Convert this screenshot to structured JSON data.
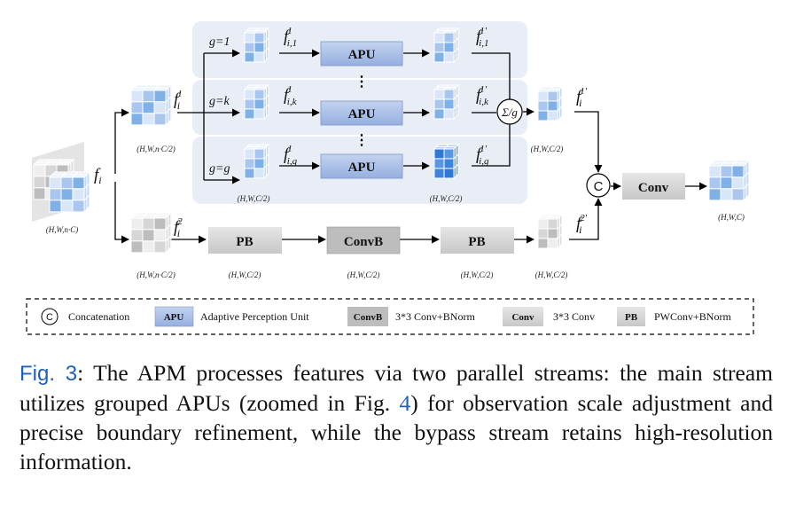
{
  "diagram": {
    "groups": [
      "g=1",
      "g=k",
      "g=g"
    ],
    "apu_label": "APU",
    "sum_label": "Σ/g",
    "concat_symbol": "C",
    "conv_label": "Conv",
    "pb_label": "PB",
    "convb_label": "ConvB",
    "dims": {
      "input": "(H,W,n·C)",
      "full": "(H,W,n·C/2)",
      "half": "(H,W,C/2)",
      "output": "(H,W,C)"
    }
  },
  "legend": {
    "concat_symbol": "C",
    "concat_text": "Concatenation",
    "apu_key": "APU",
    "apu_text": "Adaptive Perception Unit",
    "convb_key": "ConvB",
    "convb_text": "3*3 Conv+BNorm",
    "conv_key": "Conv",
    "conv_text": "3*3 Conv",
    "pb_key": "PB",
    "pb_text": "PWConv+BNorm"
  },
  "caption": {
    "label": "Fig. 3",
    "text_1": ": The APM processes features via two parallel streams: the main stream utilizes grouped APUs (zoomed in Fig. ",
    "ref": "4",
    "text_2": ") for observation scale adjustment and precise boundary refinement, while the bypass stream retains high-resolution information."
  },
  "colors": {
    "panel": "#e8edf6",
    "apu_fill": "#a9bfe6",
    "gray_box": "#d4d4d4",
    "blue_accent": "#1f5fbf",
    "cube_blue": "#6fa3e0",
    "cube_gray": "#bfbfbf"
  }
}
